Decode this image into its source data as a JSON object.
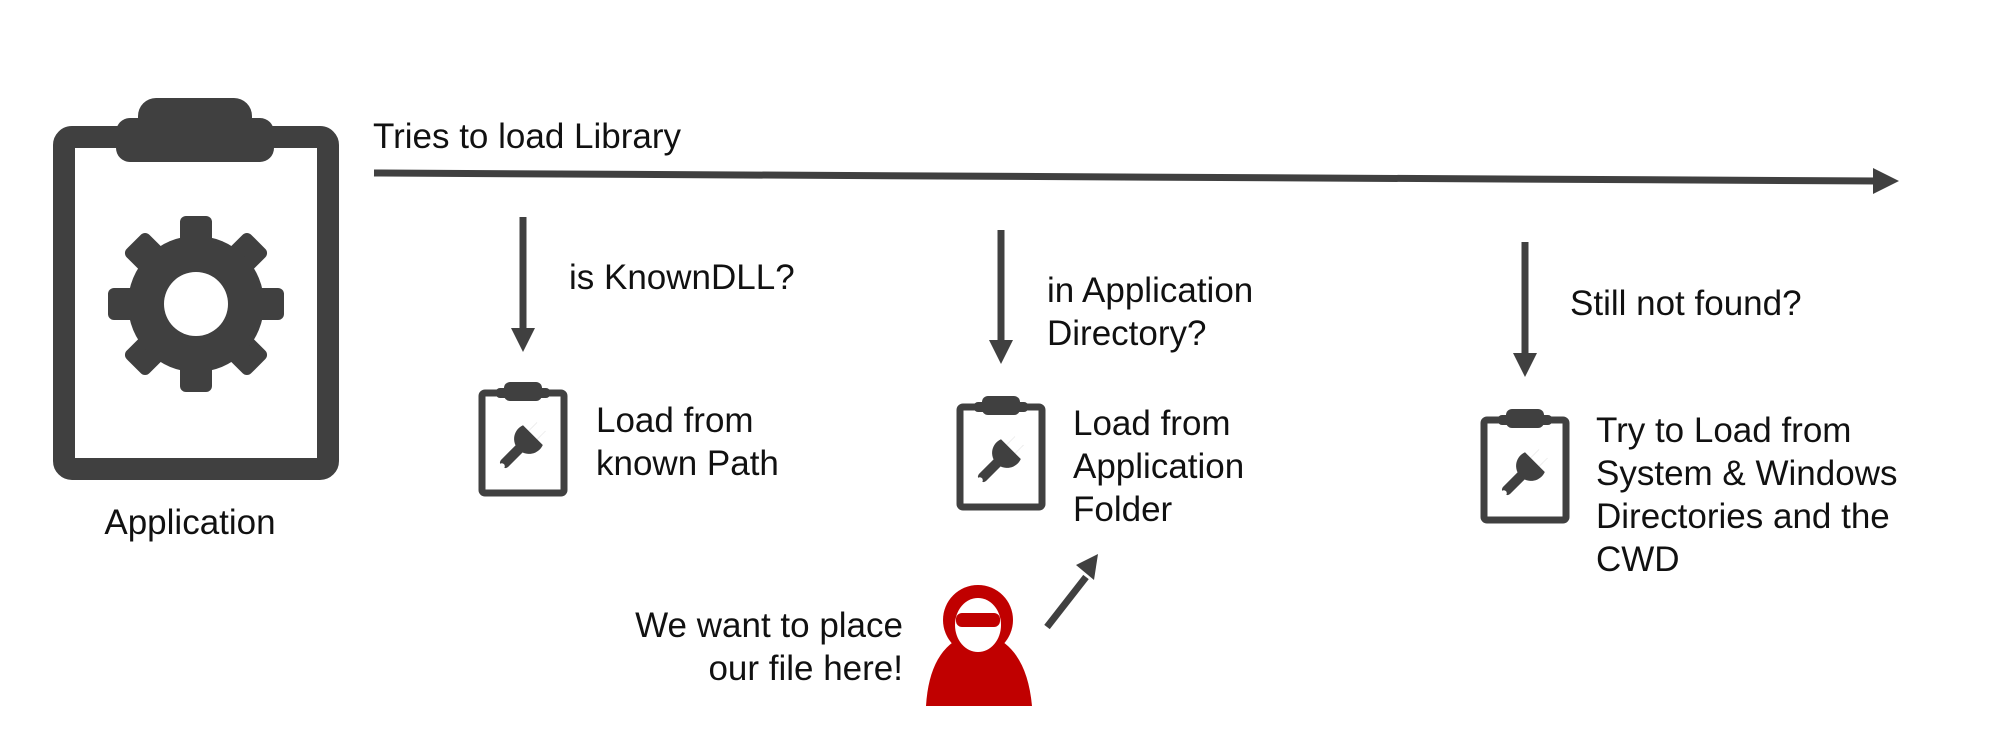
{
  "colors": {
    "ink": "#404040",
    "text": "#111111",
    "hacker": "#c00000",
    "background": "#ffffff"
  },
  "icons": {
    "application": "clipboard-gear-icon",
    "step": "clipboard-wrench-icon",
    "attacker": "hacker-icon"
  },
  "diagram": {
    "application_label": "Application",
    "timeline_label": "Tries to load Library",
    "steps": [
      {
        "question_lines": [
          "is KnownDLL?"
        ],
        "result_lines": [
          "Load from",
          "known Path"
        ]
      },
      {
        "question_lines": [
          "in Application",
          "Directory?"
        ],
        "result_lines": [
          "Load from",
          "Application",
          "Folder"
        ]
      },
      {
        "question_lines": [
          "Still not found?"
        ],
        "result_lines": [
          "Try to Load from",
          "System & Windows",
          "Directories and the",
          "CWD"
        ]
      }
    ],
    "attacker_note_lines": [
      "We want to place",
      "our file here!"
    ]
  }
}
